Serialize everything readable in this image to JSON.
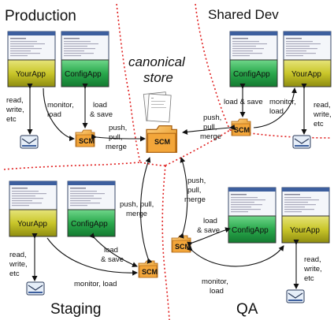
{
  "regions": {
    "production": "Production",
    "shared_dev": "Shared Dev",
    "staging": "Staging",
    "qa": "QA"
  },
  "canonical": {
    "line1": "canonical",
    "line2": "store"
  },
  "apps": {
    "yourapp": "YourApp",
    "configapp": "ConfigApp"
  },
  "scm": "SCM",
  "labels": {
    "read": "read,",
    "write": "write,",
    "etc": "etc",
    "monitor": "monitor,",
    "load": "load",
    "load_save_1": "load",
    "load_save_2": "& save",
    "load_and_save": "load & save",
    "push": "push,",
    "pull": "pull,",
    "merge": "merge",
    "push_pull": "push, pull,",
    "monitor_load": "monitor, load"
  },
  "colors": {
    "yourapp": "#c8c61e",
    "configapp": "#2ea84e",
    "divider": "#e02020",
    "folder": "#f0a030"
  }
}
